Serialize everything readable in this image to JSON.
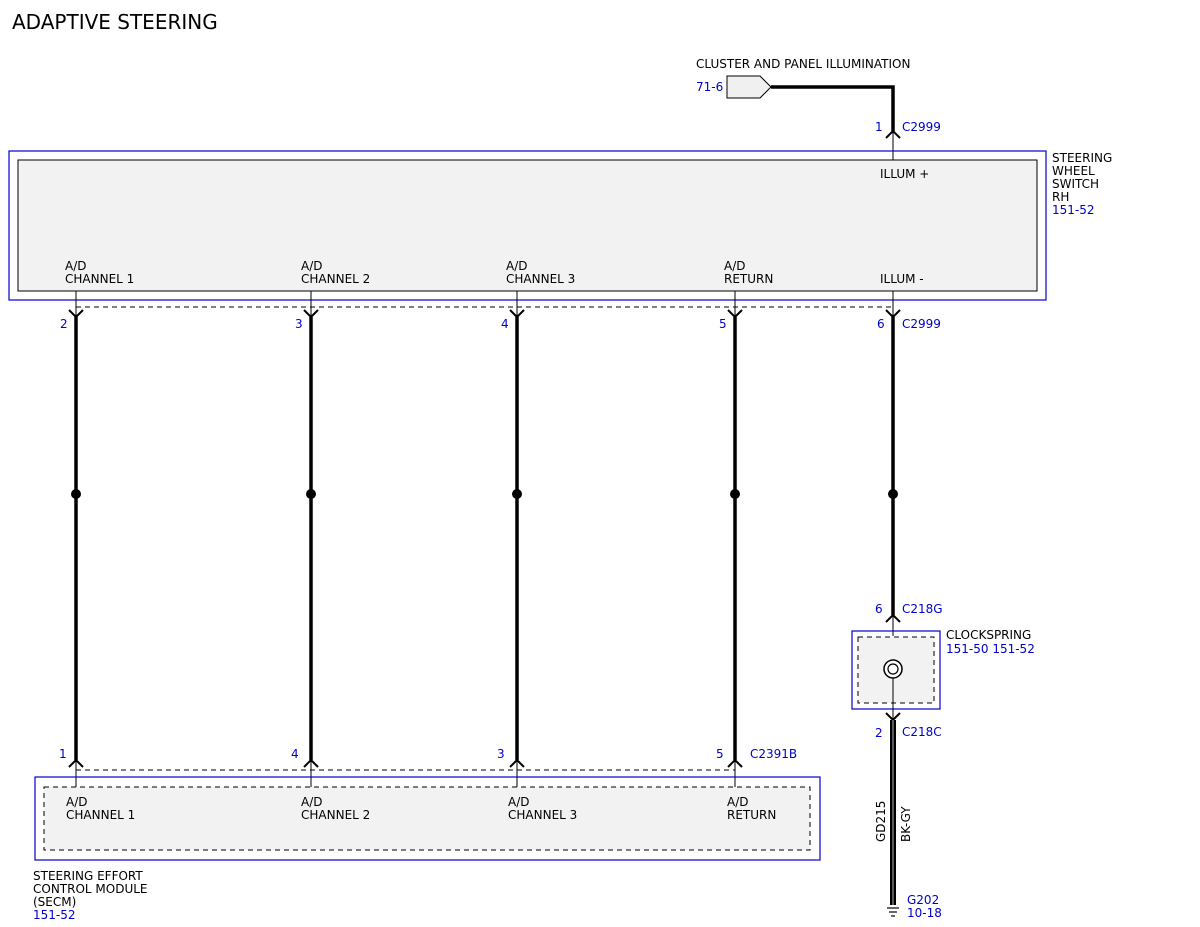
{
  "title": "ADAPTIVE STEERING",
  "illumination": {
    "label": "CLUSTER AND PANEL ILLUMINATION",
    "ref": "71-6"
  },
  "switch": {
    "name_lines": [
      "STEERING",
      "WHEEL",
      "SWITCH",
      "RH"
    ],
    "ref": "151-52",
    "top_connector": {
      "pin": "1",
      "id": "C2999"
    },
    "illum_plus": "ILLUM +",
    "terminals": [
      {
        "line1": "A/D",
        "line2": "CHANNEL 1",
        "pin": "2"
      },
      {
        "line1": "A/D",
        "line2": "CHANNEL 2",
        "pin": "3"
      },
      {
        "line1": "A/D",
        "line2": "CHANNEL 3",
        "pin": "4"
      },
      {
        "line1": "A/D",
        "line2": "RETURN",
        "pin": "5"
      },
      {
        "line1": "",
        "line2": "ILLUM -",
        "pin": "6"
      }
    ],
    "bottom_connector_id": "C2999"
  },
  "clockspring": {
    "label": "CLOCKSPRING",
    "refs": "151-50  151-52",
    "top_pin": "6",
    "top_connector": "C218G",
    "bottom_pin": "2",
    "bottom_connector": "C218C"
  },
  "ground": {
    "circuit": "GD215",
    "color": "BK-GY",
    "id": "G202",
    "ref": "10-18"
  },
  "module": {
    "name_lines": [
      "STEERING EFFORT",
      "CONTROL MODULE",
      "(SECM)"
    ],
    "ref": "151-52",
    "connector": "C2391B",
    "terminals": [
      {
        "line1": "A/D",
        "line2": "CHANNEL 1",
        "pin": "1"
      },
      {
        "line1": "A/D",
        "line2": "CHANNEL 2",
        "pin": "4"
      },
      {
        "line1": "A/D",
        "line2": "CHANNEL 3",
        "pin": "3"
      },
      {
        "line1": "A/D",
        "line2": "RETURN",
        "pin": "5"
      }
    ]
  }
}
